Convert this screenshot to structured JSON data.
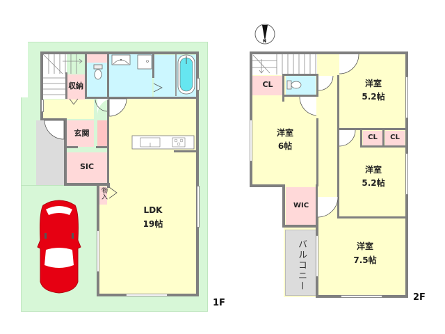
{
  "compass": {
    "label": "N"
  },
  "floors": [
    {
      "id": "1F",
      "tag": "1F",
      "rooms": [
        {
          "key": "storage",
          "label": "収納"
        },
        {
          "key": "entrance",
          "label": "玄関"
        },
        {
          "key": "sic",
          "label": "SIC"
        },
        {
          "key": "closet_small",
          "label": "物入"
        },
        {
          "key": "ldk",
          "name": "LDK",
          "size": "19帖"
        },
        {
          "key": "toilet",
          "label": ""
        },
        {
          "key": "washroom",
          "label": ""
        },
        {
          "key": "bathroom",
          "label": ""
        }
      ],
      "parking": {
        "car_color": "#e60012"
      }
    },
    {
      "id": "2F",
      "tag": "2F",
      "rooms": [
        {
          "key": "cl_stairs",
          "label": "CL"
        },
        {
          "key": "western_6",
          "name": "洋室",
          "size": "6帖"
        },
        {
          "key": "western_52a",
          "name": "洋室",
          "size": "5.2帖"
        },
        {
          "key": "cl_a",
          "label": "CL"
        },
        {
          "key": "cl_b",
          "label": "CL"
        },
        {
          "key": "western_52b",
          "name": "洋室",
          "size": "5.2帖"
        },
        {
          "key": "wic",
          "label": "WIC"
        },
        {
          "key": "balcony",
          "label": "バルコニー"
        },
        {
          "key": "western_75",
          "name": "洋室",
          "size": "7.5帖"
        }
      ]
    }
  ],
  "colors": {
    "wall": "#7f7f7f",
    "room_yellow": "#ffffcc",
    "room_pink": "#ffd9d9",
    "room_pink_dark": "#ffc4c4",
    "water_blue": "#ccf7ff",
    "lot_green": "#d7f7d7",
    "balcony_gray": "#dcdcdc",
    "bathtub": "#66e6f0"
  }
}
